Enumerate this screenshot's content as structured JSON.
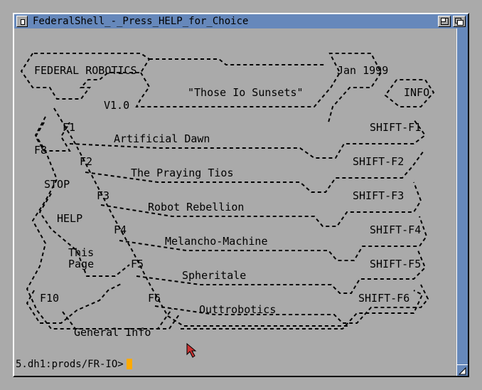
{
  "window": {
    "title": "FederalShell_-_Press_HELP_for_Choice",
    "accent": "#6688bb",
    "background": "#aaaaaa"
  },
  "header": {
    "brand": "FEDERAL ROBOTICS",
    "version": "V1.0",
    "tagline": "\"Those Io Sunsets\"",
    "date": "Jan 1999",
    "info": "INFO"
  },
  "side_keys": {
    "f8": "F8",
    "stop": "STOP",
    "help": "HELP",
    "this_page_1": "This",
    "this_page_2": "Page",
    "f10": "F10",
    "general_info": "General Info"
  },
  "menu": {
    "items": [
      {
        "key": "F1",
        "title": "Artificial Dawn",
        "shift": "SHIFT-F1"
      },
      {
        "key": "F2",
        "title": "The Praying Tios",
        "shift": "SHIFT-F2"
      },
      {
        "key": "F3",
        "title": "Robot Rebellion",
        "shift": "SHIFT-F3"
      },
      {
        "key": "F4",
        "title": "Melancho-Machine",
        "shift": "SHIFT-F4"
      },
      {
        "key": "F5",
        "title": "Spheritale",
        "shift": "SHIFT-F5"
      },
      {
        "key": "F6",
        "title": "Outtrobotics",
        "shift": "SHIFT-F6"
      }
    ]
  },
  "shell": {
    "prompt": "5.dh1:prods/FR-IO>",
    "cursor_color": "#ffaa00"
  }
}
